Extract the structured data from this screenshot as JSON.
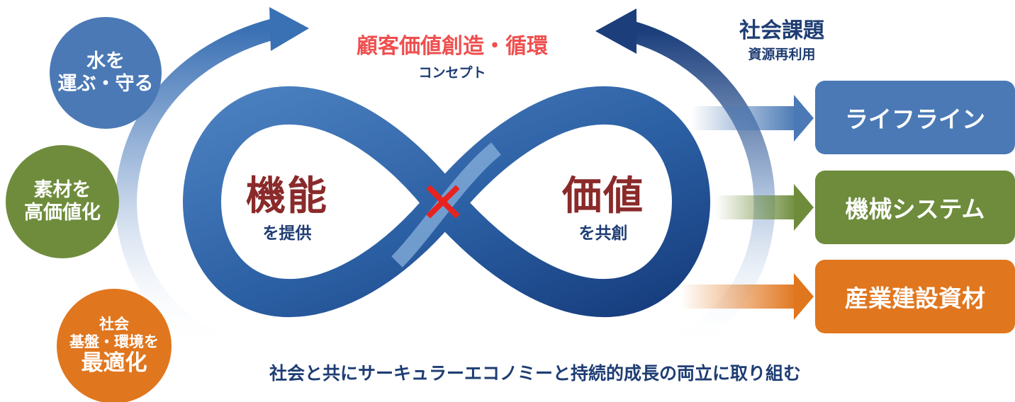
{
  "concept": {
    "title": "顧客価値創造・循環",
    "subtitle": "コンセプト"
  },
  "social": {
    "title": "社会課題",
    "subtitle": "資源再利用"
  },
  "left_circles": {
    "water": {
      "line1": "水を",
      "line2": "運ぶ・守る",
      "color": "#4a79b5"
    },
    "material": {
      "line1": "素材を",
      "line2": "高価値化",
      "color": "#6e8c3c"
    },
    "infra": {
      "line1": "社会",
      "line2": "基盤・環境を",
      "line3": "最適化",
      "color": "#e0761e"
    }
  },
  "infinity": {
    "left_word": "機能",
    "left_sub": "を提供",
    "right_word": "価値",
    "right_sub": "を共創",
    "cross_color": "#e8231f"
  },
  "right_boxes": {
    "lifeline": {
      "label": "ライフライン",
      "color": "#4a79b5"
    },
    "machine": {
      "label": "機械システム",
      "color": "#6e8c3c"
    },
    "industry": {
      "label": "産業建設資材",
      "color": "#e0761e"
    }
  },
  "footer": {
    "slogan": "社会と共にサーキュラーエコノミーと持続的成長の両立に取り組む"
  }
}
